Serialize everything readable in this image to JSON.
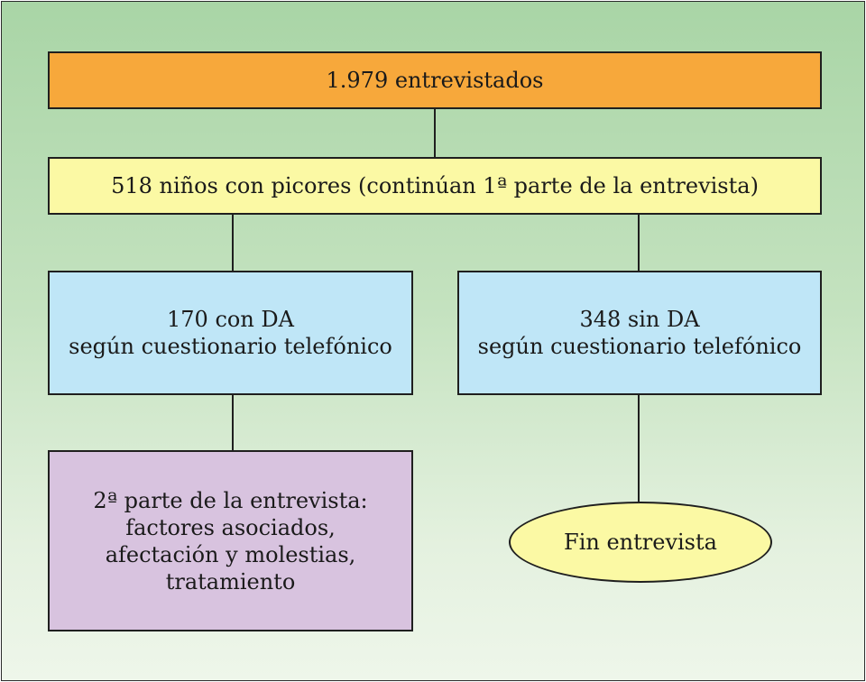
{
  "diagram": {
    "nodes": {
      "total": {
        "label": "1.979 entrevistados",
        "color": "#f7a83b"
      },
      "itch": {
        "label": "518 niños con picores (continúan 1ª parte de la entrevista)",
        "color": "#fbf9a4"
      },
      "with_da": {
        "label": "170 con DA\nsegún cuestionario telefónico",
        "color": "#bfe6f7"
      },
      "without_da": {
        "label": "348 sin DA\nsegún cuestionario telefónico",
        "color": "#bfe6f7"
      },
      "part2": {
        "label": "2ª parte de la entrevista:\nfactores asociados,\nafectación y molestias,\ntratamiento",
        "color": "#d8c3df"
      },
      "end": {
        "label": "Fin entrevista",
        "color": "#fbf9a4"
      }
    },
    "edges": [
      {
        "from": "total",
        "to": "itch"
      },
      {
        "from": "itch",
        "to": "with_da"
      },
      {
        "from": "itch",
        "to": "without_da"
      },
      {
        "from": "with_da",
        "to": "part2"
      },
      {
        "from": "without_da",
        "to": "end"
      }
    ]
  }
}
